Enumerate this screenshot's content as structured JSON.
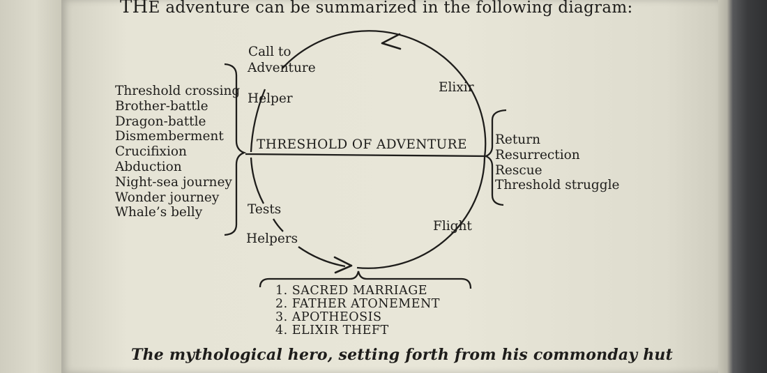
{
  "intro": {
    "first_letters": "TH",
    "rest": "E adventure can be summarized in the following diagram:"
  },
  "cycle": {
    "call_to_adventure": [
      "Call to",
      "Adventure"
    ],
    "helper": "Helper",
    "elixir": "Elixir",
    "threshold": "THRESHOLD OF ADVENTURE",
    "tests": "Tests",
    "helpers": "Helpers",
    "flight": "Flight"
  },
  "left_list": [
    "Threshold crossing",
    "Brother-battle",
    "Dragon-battle",
    "Dismemberment",
    "Crucifixion",
    "Abduction",
    "Night-sea journey",
    "Wonder journey",
    "Whale’s belly"
  ],
  "right_list": [
    "Return",
    "Resurrection",
    "Rescue",
    "Threshold struggle"
  ],
  "bottom_list": [
    "1. SACRED MARRIAGE",
    "2. FATHER ATONEMENT",
    "3. APOTHEOSIS",
    "4. ELIXIR THEFT"
  ],
  "closing_line": "The mythological hero, setting forth from his commonday hut"
}
